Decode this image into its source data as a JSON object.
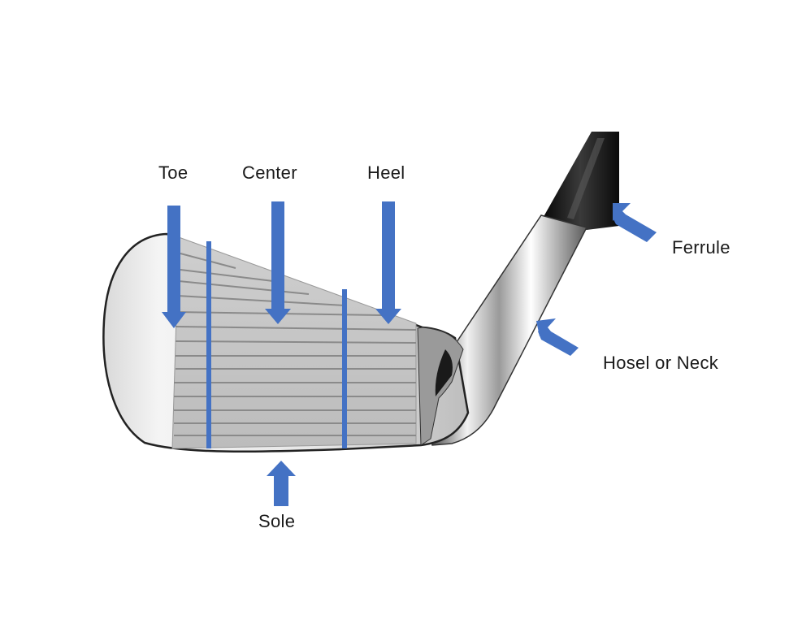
{
  "labels": {
    "toe": "Toe",
    "center": "Center",
    "heel": "Heel",
    "ferrule": "Ferrule",
    "hosel": "Hosel or Neck",
    "sole": "Sole"
  },
  "colors": {
    "arrow": "#4472c4",
    "background": "#ffffff"
  }
}
